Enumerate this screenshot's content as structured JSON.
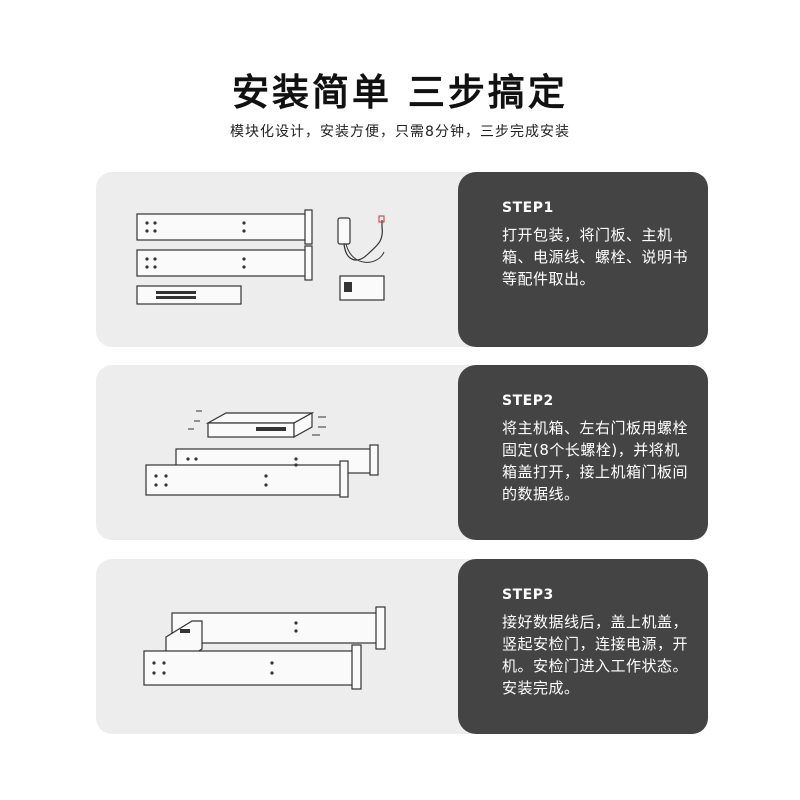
{
  "header": {
    "title": "安装简单 三步搞定",
    "subtitle": "模块化设计，安装方便，只需8分钟，三步完成安装"
  },
  "steps": [
    {
      "label": "STEP1",
      "text": "打开包装，将门板、主机箱、电源线、螺栓、说明书等配件取出。"
    },
    {
      "label": "STEP2",
      "text": "将主机箱、左右门板用螺栓固定(8个长螺栓)，并将机箱盖打开，接上机箱门板间的数据线。"
    },
    {
      "label": "STEP3",
      "text": "接好数据线后，盖上机盖，竖起安检门，连接电源，开机。安检门进入工作状态。安装完成。"
    }
  ],
  "colors": {
    "panel": "#444444",
    "card_bg": "#ededed",
    "title": "#111111"
  }
}
